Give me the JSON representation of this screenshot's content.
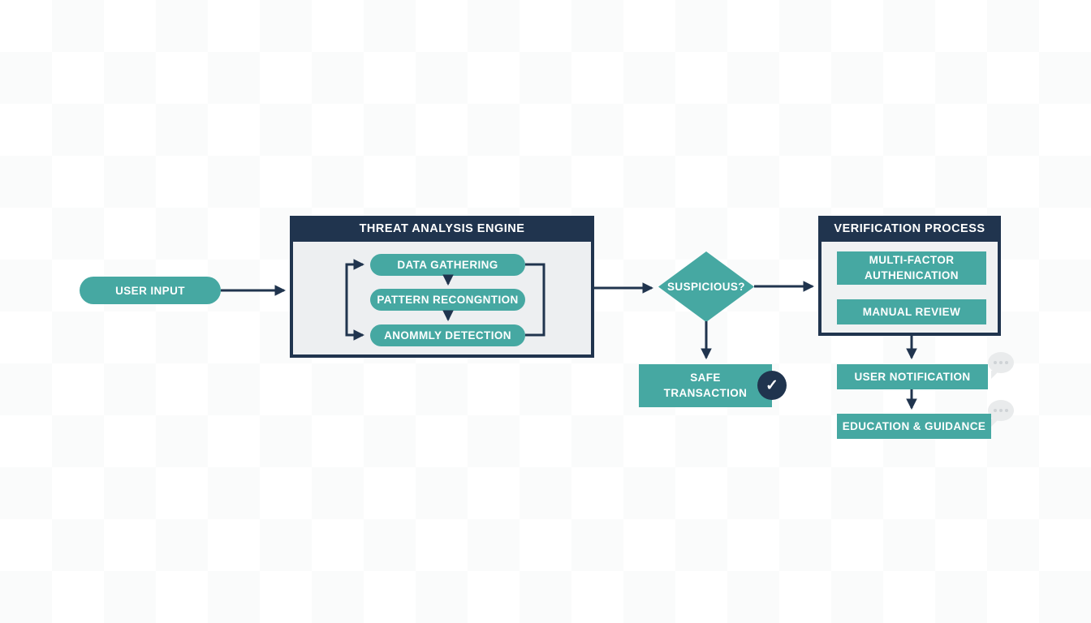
{
  "diagram": {
    "user_input": {
      "label": "USER INPUT"
    },
    "threat_engine": {
      "title": "THREAT ANALYSIS ENGINE",
      "steps": [
        {
          "label": "DATA GATHERING"
        },
        {
          "label": "PATTERN RECONGNTION"
        },
        {
          "label": "ANOMMLY DETECTION"
        }
      ]
    },
    "decision": {
      "label": "SUSPICIOUS?"
    },
    "safe_transaction": {
      "label": "SAFE TRANSACTION",
      "icon": "check-icon",
      "check_glyph": "✓"
    },
    "verification": {
      "title": "VERIFICATION PROCESS",
      "steps": [
        {
          "label": "MULTI-FACTOR AUTHENICATION"
        },
        {
          "label": "MANUAL REVIEW"
        }
      ]
    },
    "user_notification": {
      "label": "USER NOTIFICATION"
    },
    "education": {
      "label": "EDUCATION & GUIDANCE"
    },
    "icons": [
      "speech-bubble-icon",
      "speech-bubble-icon",
      "check-icon"
    ],
    "colors": {
      "teal": "#46a8a2",
      "navy": "#20344e",
      "panel_body": "#edeff1",
      "bubble_gray": "#e9ebec",
      "background": "#ffffff",
      "text": "#ffffff"
    }
  }
}
